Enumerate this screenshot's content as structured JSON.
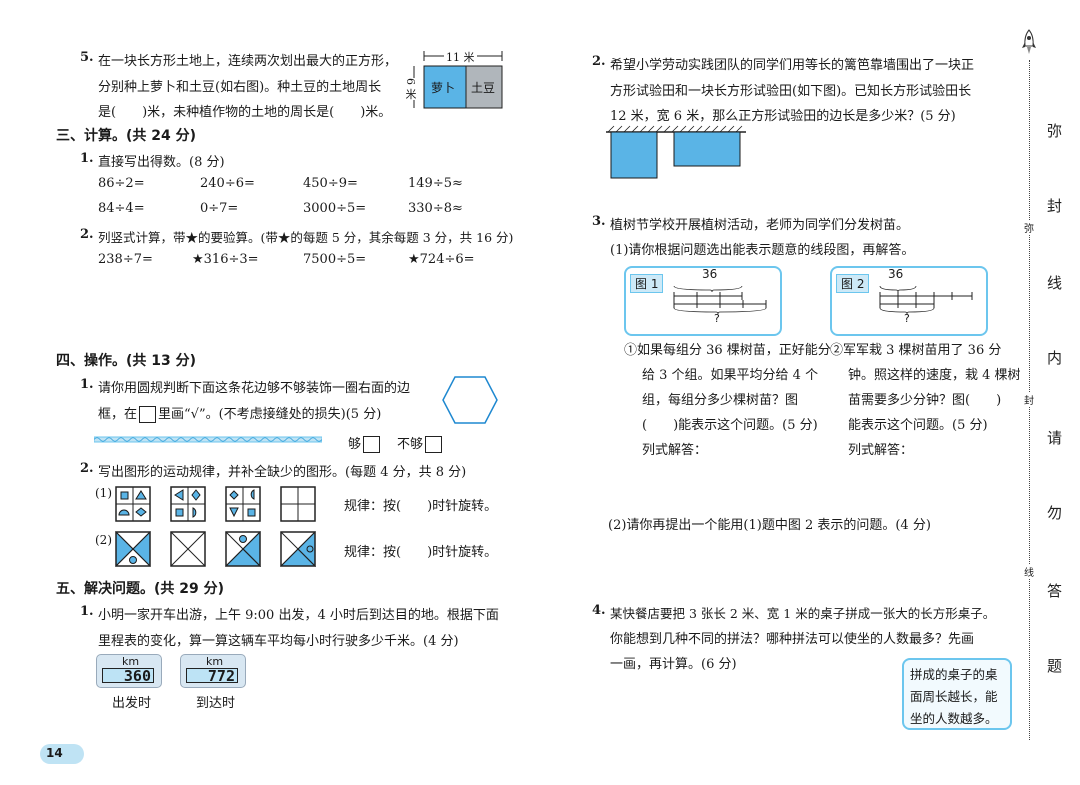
{
  "left": {
    "q5": {
      "num": "5.",
      "line1": "在一块长方形土地上，连续两次划出最大的正方形，",
      "line2": "分别种上萝卜和土豆(如右图)。种土豆的土地周长",
      "line3": "是(　　)米，未种植作物的土地的周长是(　　)米。",
      "fig_width": "11 米",
      "fig_height": "6 米",
      "fig_radish": "萝卜",
      "fig_potato": "土豆"
    },
    "sec3": "三、计算。(共 24 分)",
    "q3_1": {
      "num": "1.",
      "text": "直接写出得数。(8 分)",
      "row1": [
        "86÷2=",
        "240÷6=",
        "450÷9=",
        "149÷5≈"
      ],
      "row2": [
        "84÷4=",
        "0÷7=",
        "3000÷5=",
        "330÷8≈"
      ]
    },
    "q3_2": {
      "num": "2.",
      "text": "列竖式计算，带★的要验算。(带★的每题 5 分，其余每题 3 分，共 16 分)",
      "row": [
        "238÷7=",
        "★316÷3=",
        "7500÷5=",
        "★724÷6="
      ]
    },
    "sec4": "四、操作。(共 13 分)",
    "q4_1": {
      "num": "1.",
      "line1": "请你用圆规判断下面这条花边够不够装饰一圈右面的边",
      "line2a": "框，在",
      "line2b": "里画“√”。(不考虑接缝处的损失)(5 分)",
      "enough": "够",
      "not_enough": "不够"
    },
    "q4_2": {
      "num": "2.",
      "text": "写出图形的运动规律，并补全缺少的图形。(每题 4 分，共 8 分)",
      "label1": "(1)",
      "label2": "(2)",
      "rule1": "规律：按(　　)时针旋转。",
      "rule2": "规律：按(　　)时针旋转。"
    },
    "sec5": "五、解决问题。(共 29 分)",
    "q5_1": {
      "num": "1.",
      "line1": "小明一家开车出游，上午 9:00 出发，4 小时后到达目的地。根据下面",
      "line2": "里程表的变化，算一算这辆车平均每小时行驶多少千米。(4 分)",
      "odo1_unit": "km",
      "odo1_value": "360",
      "odo1_caption": "出发时",
      "odo2_unit": "km",
      "odo2_value": "772",
      "odo2_caption": "到达时"
    },
    "page_number": "14"
  },
  "right": {
    "q2": {
      "num": "2.",
      "line1": "希望小学劳动实践团队的同学们用等长的篱笆靠墙围出了一块正",
      "line2": "方形试验田和一块长方形试验田(如下图)。已知长方形试验田长",
      "line3": "12 米，宽 6 米，那么正方形试验田的边长是多少米？(5 分)"
    },
    "q3": {
      "num": "3.",
      "text": "植树节学校开展植树活动，老师为同学们分发树苗。",
      "sub1": "(1)请你根据问题选出能表示题意的线段图，再解答。",
      "fig1_tag": "图 1",
      "fig1_top": "36",
      "fig1_bottom": "?",
      "fig2_tag": "图 2",
      "fig2_top": "36",
      "fig2_bottom": "?",
      "a_line1": "①如果每组分 36 棵树苗，正好能分",
      "a_line2": "给 3 个组。如果平均分给 4 个",
      "a_line3": "组，每组分多少棵树苗？图",
      "a_line4": "(　　)能表示这个问题。(5 分)",
      "a_line5": "列式解答：",
      "b_line1": "②军军栽 3 棵树苗用了 36 分",
      "b_line2": "钟。照这样的速度，栽 4 棵树",
      "b_line3": "苗需要多少分钟？图(　　)",
      "b_line4": "能表示这个问题。(5 分)",
      "b_line5": "列式解答：",
      "sub2": "(2)请你再提出一个能用(1)题中图 2 表示的问题。(4 分)"
    },
    "q4": {
      "num": "4.",
      "line1": "某快餐店要把 3 张长 2 米、宽 1 米的桌子拼成一张大的长方形桌子。",
      "line2": "你能想到几种不同的拼法？哪种拼法可以使坐的人数最多？先画",
      "line3": "一画，再计算。(6 分)",
      "tip": "拼成的桌子的桌面周长越长，能坐的人数越多。"
    }
  },
  "sidebar": {
    "big": [
      "弥",
      "封",
      "线",
      "内",
      "请",
      "勿",
      "答",
      "题"
    ],
    "small": [
      "弥",
      "封",
      "线"
    ]
  },
  "colors": {
    "accent_blue": "#5ab4e6",
    "panel_border": "#6cc6ee"
  }
}
